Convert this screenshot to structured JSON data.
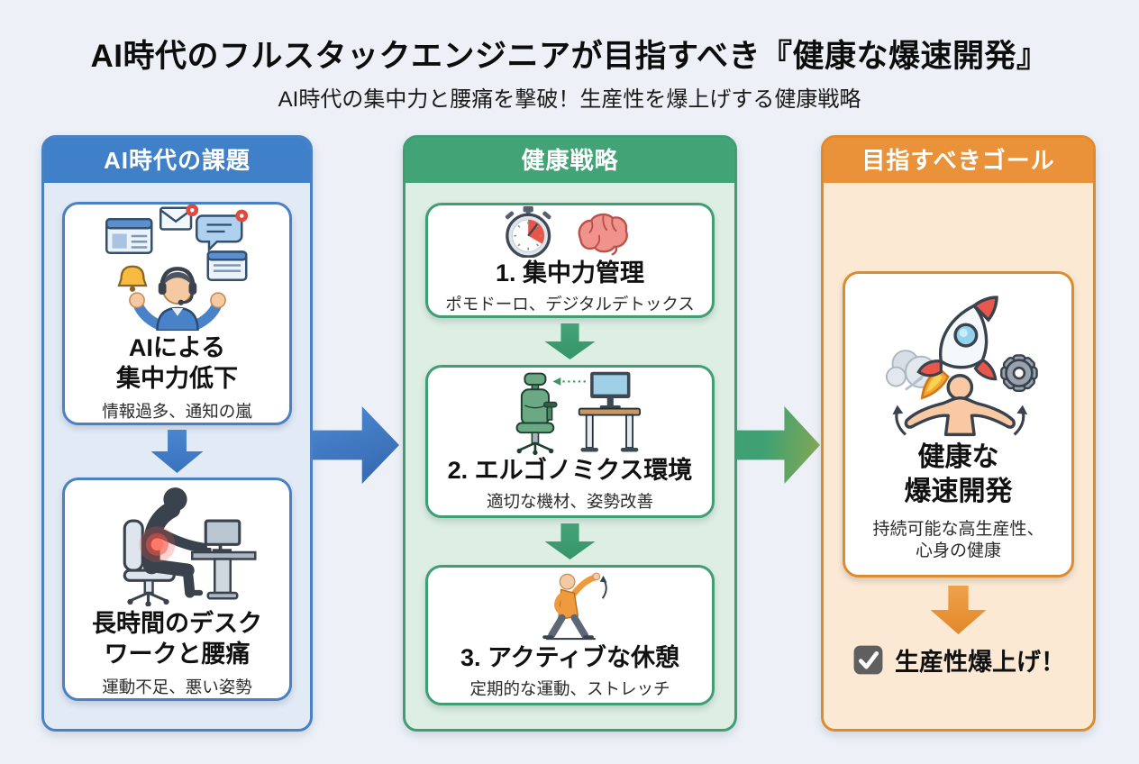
{
  "page": {
    "title": "AI時代のフルスタックエンジニアが目指すべき『健康な爆速開発』",
    "subtitle": "AI時代の集中力と腰痛を撃破！生産性を爆上げする健康戦略"
  },
  "colors": {
    "page_bg": "#edf1f7",
    "blue": "#4080c8",
    "blue_panel": "#e2eaf6",
    "green": "#42a377",
    "green_panel": "#ddeee3",
    "orange": "#e9923a",
    "orange_panel": "#fbe9d3",
    "checkbox": "#5f5f5f"
  },
  "columns": {
    "problems": {
      "header": "AI時代の課題",
      "cards": [
        {
          "icon": "overwhelmed-developer-icon",
          "title": "AIによる\n集中力低下",
          "subtitle": "情報過多、通知の嵐"
        },
        {
          "icon": "desk-back-pain-icon",
          "title": "長時間のデスク\nワークと腰痛",
          "subtitle": "運動不足、悪い姿勢"
        }
      ]
    },
    "strategies": {
      "header": "健康戦略",
      "cards": [
        {
          "icon": "stopwatch-brain-icon",
          "title": "1. 集中力管理",
          "subtitle": "ポモドーロ、デジタルデトックス"
        },
        {
          "icon": "ergonomic-workspace-icon",
          "title": "2. エルゴノミクス環境",
          "subtitle": "適切な機材、姿勢改善"
        },
        {
          "icon": "stretching-person-icon",
          "title": "3. アクティブな休憩",
          "subtitle": "定期的な運動、ストレッチ"
        }
      ]
    },
    "goal": {
      "header": "目指すべきゴール",
      "card": {
        "icon": "rocket-person-gear-icon",
        "title": "健康な\n爆速開発",
        "subtitle": "持続可能な高生産性、\n心身の健康"
      },
      "result": {
        "icon": "checkbox-checked-icon",
        "label": "生産性爆上げ！"
      }
    }
  }
}
